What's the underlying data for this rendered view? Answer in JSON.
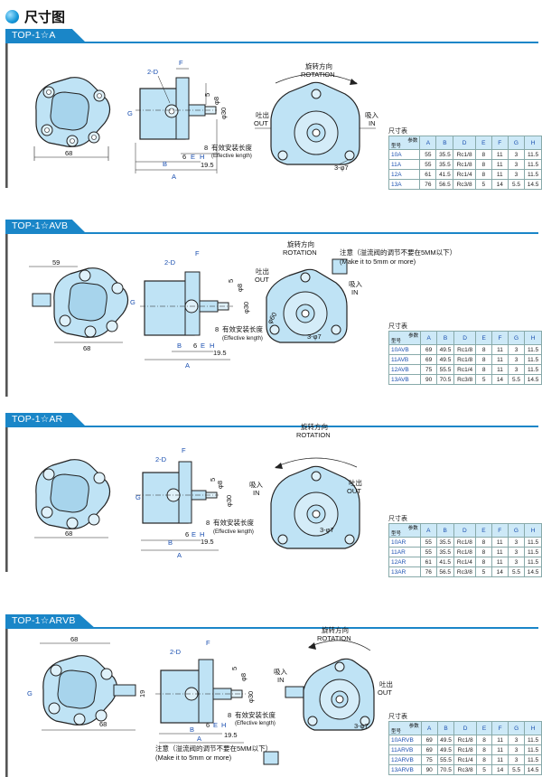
{
  "page_title": "尺寸图",
  "table_title": "尺寸表",
  "table_corner": {
    "param": "参数",
    "model": "型号"
  },
  "columns": [
    "A",
    "B",
    "D",
    "E",
    "F",
    "G",
    "H"
  ],
  "labels": {
    "rotation_cn": "旋转方向",
    "rotation_en": "ROTATION",
    "out_cn": "吐出",
    "out_en": "OUT",
    "in_cn": "吸入",
    "in_en": "IN",
    "eff_cn": "有效安装长度",
    "eff_en": "(Effective length)",
    "note_cn": "注意（溢流阀的调节不要在5MM以下）",
    "note_en": "(Make it to 5mm or more)"
  },
  "sections": [
    {
      "id": "a",
      "title": "TOP-1☆A",
      "dims": {
        "d68": "68",
        "d19_5": "19.5",
        "d8": "8",
        "d6": "6",
        "phi30": "φ30",
        "phi8": "φ8",
        "five": "5",
        "holes": "3-φ7",
        "d2": "2-D",
        "dF": "F",
        "dE": "E",
        "dH": "H",
        "dA": "A",
        "dB": "B",
        "dG": "G"
      },
      "rows": [
        {
          "model": "10A",
          "A": "55",
          "B": "35.5",
          "D": "Rc1/8",
          "E": "8",
          "F": "11",
          "G": "3",
          "H": "11.5"
        },
        {
          "model": "11A",
          "A": "55",
          "B": "35.5",
          "D": "Rc1/8",
          "E": "8",
          "F": "11",
          "G": "3",
          "H": "11.5"
        },
        {
          "model": "12A",
          "A": "61",
          "B": "41.5",
          "D": "Rc1/4",
          "E": "8",
          "F": "11",
          "G": "3",
          "H": "11.5"
        },
        {
          "model": "13A",
          "A": "76",
          "B": "56.5",
          "D": "Rc3/8",
          "E": "5",
          "F": "14",
          "G": "5.5",
          "H": "14.5"
        }
      ]
    },
    {
      "id": "avb",
      "title": "TOP-1☆AVB",
      "dims": {
        "d59": "59",
        "d68": "68",
        "d19_5": "19.5",
        "d8": "8",
        "d6": "6",
        "phi30": "φ30",
        "phi8": "φ8",
        "five": "5",
        "holes": "3-φ7",
        "phi60": "φ60",
        "d2": "2-D",
        "dF": "F",
        "dE": "E",
        "dH": "H",
        "dA": "A",
        "dB": "B",
        "dG": "G"
      },
      "rows": [
        {
          "model": "10AVB",
          "A": "69",
          "B": "49.5",
          "D": "Rc1/8",
          "E": "8",
          "F": "11",
          "G": "3",
          "H": "11.5"
        },
        {
          "model": "11AVB",
          "A": "69",
          "B": "49.5",
          "D": "Rc1/8",
          "E": "8",
          "F": "11",
          "G": "3",
          "H": "11.5"
        },
        {
          "model": "12AVB",
          "A": "75",
          "B": "55.5",
          "D": "Rc1/4",
          "E": "8",
          "F": "11",
          "G": "3",
          "H": "11.5"
        },
        {
          "model": "13AVB",
          "A": "90",
          "B": "70.5",
          "D": "Rc3/8",
          "E": "5",
          "F": "14",
          "G": "5.5",
          "H": "14.5"
        }
      ]
    },
    {
      "id": "ar",
      "title": "TOP-1☆AR",
      "dims": {
        "d68": "68",
        "d19_5": "19.5",
        "d8": "8",
        "d6": "6",
        "phi30": "φ30",
        "phi8": "φ8",
        "five": "5",
        "holes": "3-φ7",
        "d2": "2-D",
        "dF": "F",
        "dE": "E",
        "dH": "H",
        "dA": "A",
        "dB": "B",
        "dG": "G"
      },
      "rows": [
        {
          "model": "10AR",
          "A": "55",
          "B": "35.5",
          "D": "Rc1/8",
          "E": "8",
          "F": "11",
          "G": "3",
          "H": "11.5"
        },
        {
          "model": "11AR",
          "A": "55",
          "B": "35.5",
          "D": "Rc1/8",
          "E": "8",
          "F": "11",
          "G": "3",
          "H": "11.5"
        },
        {
          "model": "12AR",
          "A": "61",
          "B": "41.5",
          "D": "Rc1/4",
          "E": "8",
          "F": "11",
          "G": "3",
          "H": "11.5"
        },
        {
          "model": "13AR",
          "A": "76",
          "B": "56.5",
          "D": "Rc3/8",
          "E": "5",
          "F": "14",
          "G": "5.5",
          "H": "14.5"
        }
      ]
    },
    {
      "id": "arvb",
      "title": "TOP-1☆ARVB",
      "dims": {
        "d68t": "68",
        "d68b": "68",
        "d19": "19",
        "d19_5": "19.5",
        "d8": "8",
        "d6": "6",
        "phi30": "φ30",
        "phi8": "φ8",
        "five": "5",
        "holes": "3-φ7",
        "d2": "2-D",
        "dF": "F",
        "dE": "E",
        "dH": "H",
        "dA": "A",
        "dB": "B",
        "dG": "G"
      },
      "rows": [
        {
          "model": "10ARVB",
          "A": "69",
          "B": "49.5",
          "D": "Rc1/8",
          "E": "8",
          "F": "11",
          "G": "3",
          "H": "11.5"
        },
        {
          "model": "11ARVB",
          "A": "69",
          "B": "49.5",
          "D": "Rc1/8",
          "E": "8",
          "F": "11",
          "G": "3",
          "H": "11.5"
        },
        {
          "model": "12ARVB",
          "A": "75",
          "B": "55.5",
          "D": "Rc1/4",
          "E": "8",
          "F": "11",
          "G": "3",
          "H": "11.5"
        },
        {
          "model": "13ARVB",
          "A": "90",
          "B": "70.5",
          "D": "Rc3/8",
          "E": "5",
          "F": "14",
          "G": "5.5",
          "H": "14.5"
        }
      ]
    }
  ]
}
